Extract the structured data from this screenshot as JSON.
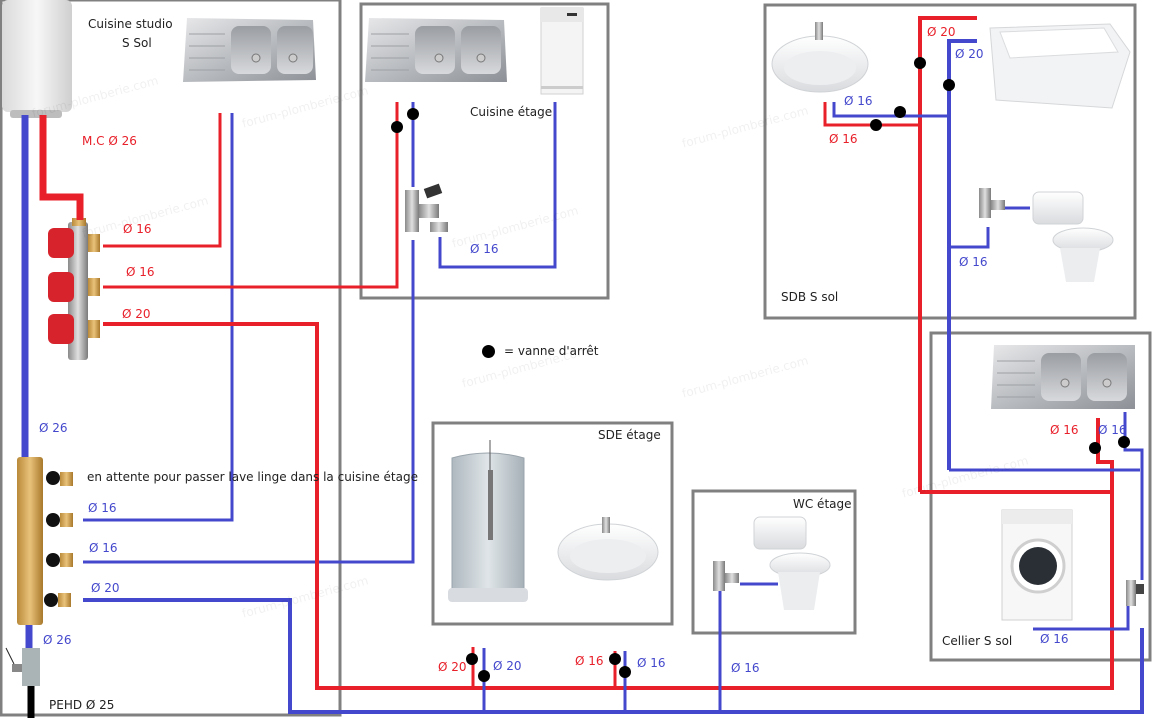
{
  "colors": {
    "hot": "#e8202a",
    "cold": "#4448cc",
    "frame": "#808080",
    "valve": "#000000",
    "text": "#222222"
  },
  "legend": {
    "symbol": "black-dot",
    "text": "= vanne d'arrêt"
  },
  "watermark": "forum-plomberie.com",
  "rooms": {
    "cuisine_studio": {
      "title_line1": "Cuisine studio",
      "title_line2": "S Sol"
    },
    "cuisine_etage": {
      "title": "Cuisine étage"
    },
    "sdb_ssol": {
      "title": "SDB S sol"
    },
    "sde_etage": {
      "title": "SDE étage"
    },
    "wc_etage": {
      "title": "WC étage"
    },
    "cellier_ssol": {
      "title": "Cellier S sol"
    }
  },
  "labels": {
    "mc": "M.C Ø 26",
    "hot_manifold_1": "Ø 16",
    "hot_manifold_2": "Ø 16",
    "hot_manifold_3": "Ø 20",
    "cold_main_in": "Ø 26",
    "en_attente": "en attente pour passer lave linge dans la cuisine étage",
    "cold_manifold_2": "Ø 16",
    "cold_manifold_3": "Ø 16",
    "cold_manifold_4": "Ø 20",
    "cold_supply": "Ø 26",
    "pehd": "PEHD Ø 25",
    "cuisine_etage_dishwasher": "Ø 16",
    "sdb_hot_bath": "Ø 20",
    "sdb_cold_bath": "Ø 20",
    "sdb_cold_basin": "Ø 16",
    "sdb_hot_basin": "Ø 16",
    "sdb_wc": "Ø 16",
    "sde_hot": "Ø 20",
    "sde_cold": "Ø 20",
    "branch_hot_16": "Ø 16",
    "branch_cold_16": "Ø 16",
    "wc_etage_cold": "Ø 16",
    "cellier_sink_hot": "Ø 16",
    "cellier_sink_cold": "Ø 16",
    "cellier_washer": "Ø 16"
  },
  "fixtures": [
    "water-heater",
    "sink-cuisine-studio",
    "hot-manifold",
    "cold-manifold",
    "main-ball-valve",
    "sink-cuisine-etage",
    "dishwasher",
    "washing-machine-tap",
    "basin-sdb",
    "bathtub",
    "wc-valve-sdb",
    "toilet-sdb",
    "shower-cabin",
    "basin-sde",
    "wc-valve-etage",
    "toilet-etage",
    "sink-cellier",
    "washing-machine",
    "washer-tap-cellier"
  ]
}
